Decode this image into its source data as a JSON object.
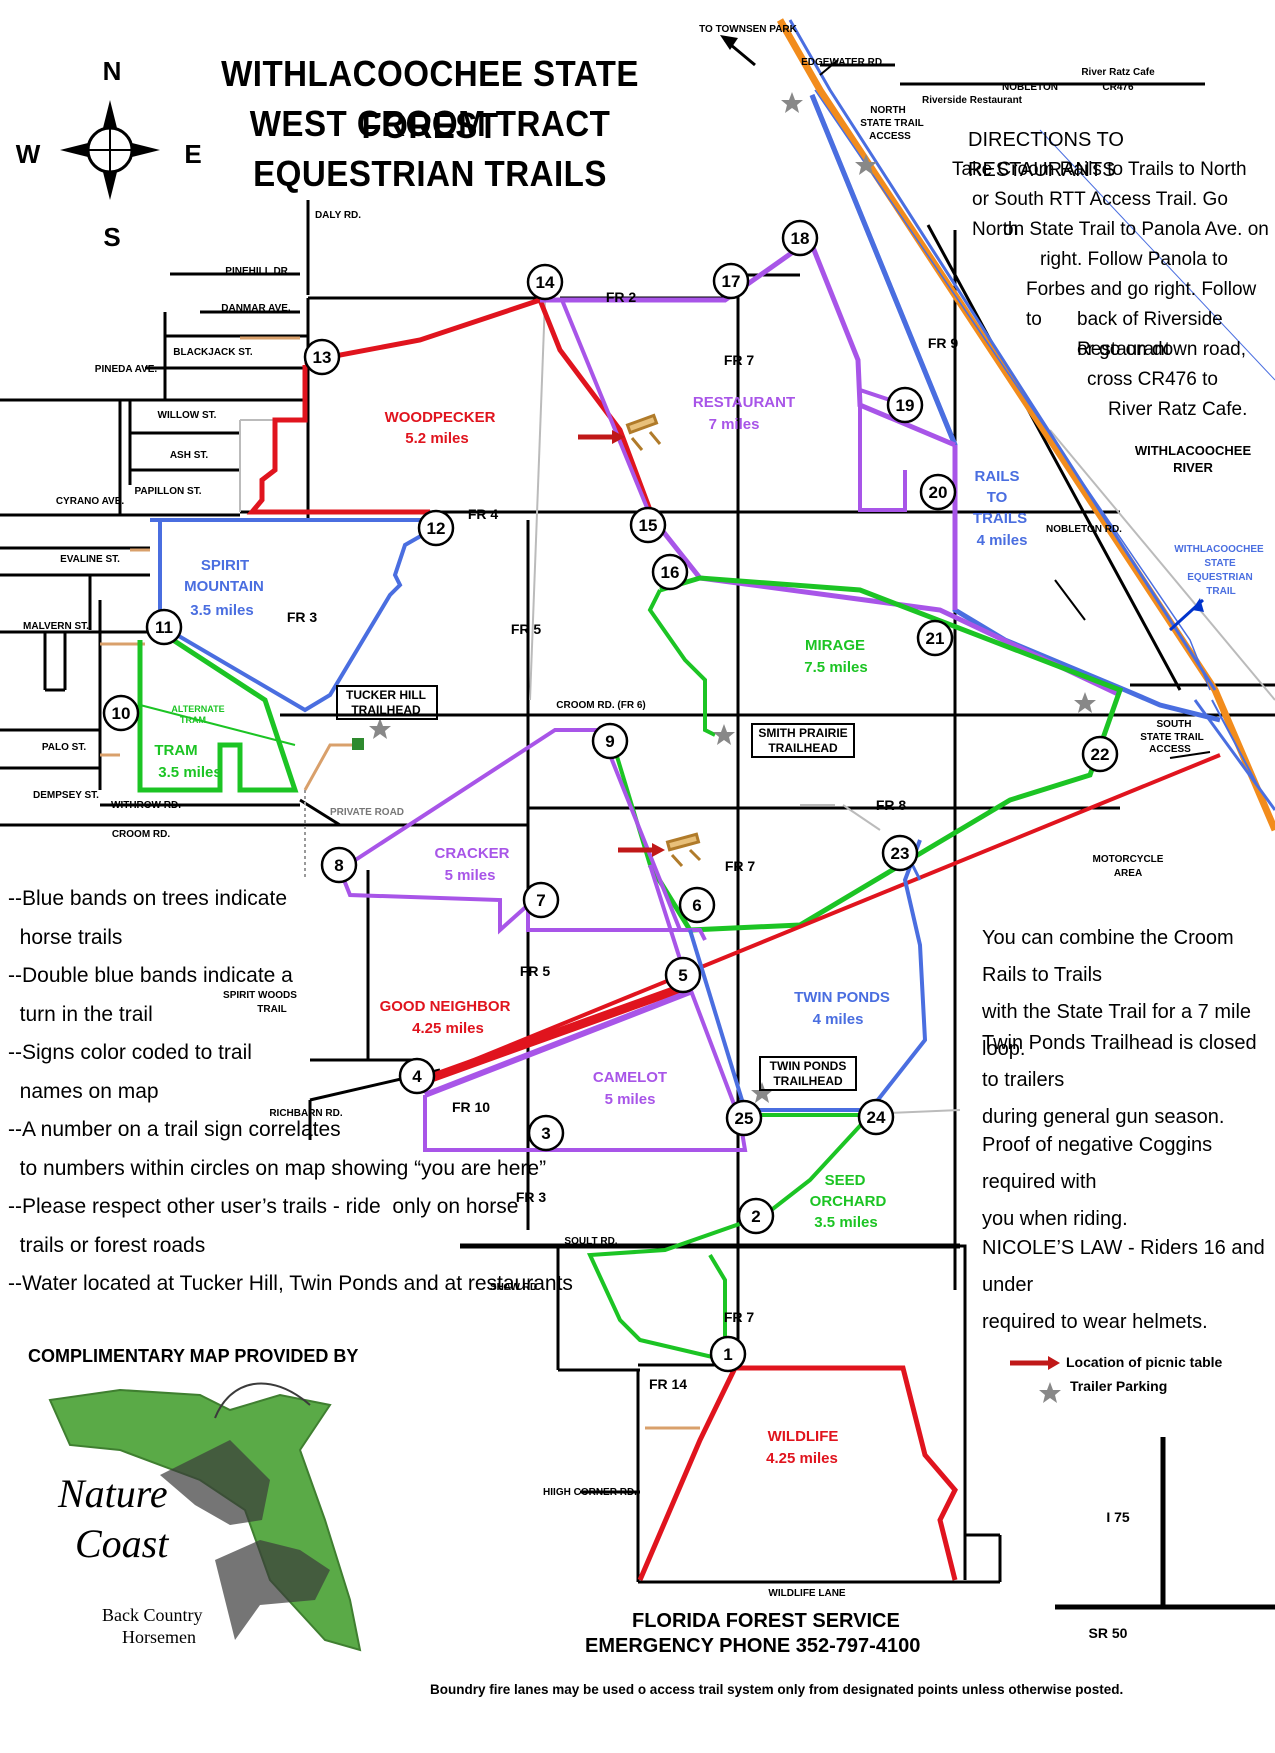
{
  "title": {
    "line1": "WITHLACOOCHEE STATE FOREST",
    "line2": "WEST CROOM TRACT",
    "line3": "EQUESTRIAN TRAILS"
  },
  "compass": {
    "n": "N",
    "s": "S",
    "e": "E",
    "w": "W"
  },
  "directions": {
    "heading": "DIRECTIONS TO RESTAURANTS",
    "lines": [
      "Take Croom Rails to Trails to North",
      "or South RTT Access Trail. Go North",
      "on State Trail to Panola Ave. on",
      "right. Follow Panola to",
      "Forbes and go right. Follow to",
      "back of Riverside Restaurant",
      "or go on down road,",
      "cross CR476 to",
      "River Ratz Cafe."
    ]
  },
  "trails": {
    "woodpecker": {
      "name": "WOODPECKER",
      "miles": "5.2 miles",
      "color": "#e0141e"
    },
    "restaurant": {
      "name": "RESTAURANT",
      "miles": "7 miles",
      "color": "#a855e8"
    },
    "rails": {
      "name1": "RAILS",
      "name2": "TO",
      "name3": "TRAILS",
      "miles": "4 miles",
      "color": "#4a6ee0"
    },
    "spirit": {
      "name1": "SPIRIT",
      "name2": "MOUNTAIN",
      "miles": "3.5 miles",
      "color": "#4a6ee0"
    },
    "mirage": {
      "name": "MIRAGE",
      "miles": "7.5 miles",
      "color": "#1cc424"
    },
    "tram": {
      "name": "TRAM",
      "miles": "3.5 miles",
      "alt1": "ALTERNATE",
      "alt2": "TRAM",
      "color": "#1cc424"
    },
    "cracker": {
      "name": "CRACKER",
      "miles": "5 miles",
      "color": "#a855e8"
    },
    "goodneighbor": {
      "name": "GOOD NEIGHBOR",
      "miles": "4.25 miles",
      "color": "#e0141e"
    },
    "camelot": {
      "name": "CAMELOT",
      "miles": "5 miles",
      "color": "#a855e8"
    },
    "twinponds": {
      "name": "TWIN PONDS",
      "miles": "4 miles",
      "color": "#4a6ee0"
    },
    "seedorchard": {
      "name1": "SEED",
      "name2": "ORCHARD",
      "miles": "3.5 miles",
      "color": "#1cc424"
    },
    "wildlife": {
      "name": "WILDLIFE",
      "miles": "4.25 miles",
      "color": "#e0141e"
    }
  },
  "roads": {
    "daly": "DALY RD.",
    "pinehill": "PINEHILL DR.",
    "danmar": "DANMAR AVE.",
    "blackjack": "BLACKJACK ST.",
    "pineda": "PINEDA AVE.",
    "willow": "WILLOW ST.",
    "ash": "ASH ST.",
    "papillon": "PAPILLON ST.",
    "cyrano": "CYRANO AVE.",
    "evaline": "EVALINE ST.",
    "malvern": "MALVERN ST.",
    "palo": "PALO ST.",
    "dempsey": "DEMPSEY ST.",
    "withrow": "WITHROW RD.",
    "croom": "CROOM RD.",
    "fr2": "FR 2",
    "fr3a": "FR 3",
    "fr3b": "FR 3",
    "fr4": "FR 4",
    "fr5a": "FR 5",
    "fr5b": "FR 5",
    "fr7a": "FR 7",
    "fr7b": "FR 7",
    "fr7c": "FR 7",
    "fr8": "FR 8",
    "fr9": "FR 9",
    "fr10": "FR 10",
    "fr14": "FR 14",
    "croomfr6": "CROOM RD. (FR 6)",
    "nobletonrd": "NOBLETON RD.",
    "private": "PRIVATE ROAD",
    "spiritwoods1": "SPIRIT WOODS",
    "spiritwoods2": "TRAIL",
    "richbarn": "RICHBARN RD.",
    "soult": "SOULT RD.",
    "shaw": "SHAW RD.",
    "highcorner": "HIIGH CORNER RD.",
    "wildlifelane": "WILDLIFE LANE",
    "edgewater": "EDGEWATER RD.",
    "townsen": "TO TOWNSEN PARK",
    "nobleton": "NOBLETON",
    "cr476": "CR476",
    "riverratz": "River Ratz Cafe",
    "riverside": "Riverside Restaurant",
    "motorcycle1": "MOTORCYCLE",
    "motorcycle2": "AREA",
    "i75": "I 75",
    "sr50": "SR 50"
  },
  "places": {
    "northaccess1": "NORTH",
    "northaccess2": "STATE TRAIL",
    "northaccess3": "ACCESS",
    "southaccess1": "SOUTH",
    "southaccess2": "STATE TRAIL",
    "southaccess3": "ACCESS",
    "river1": "WITHLACOOCHEE",
    "river2": "RIVER",
    "statetrail1": "WITHLACOOCHEE",
    "statetrail2": "STATE",
    "statetrail3": "EQUESTRIAN",
    "statetrail4": "TRAIL",
    "tucker1": "TUCKER HILL",
    "tucker2": "TRAILHEAD",
    "smith1": "SMITH PRAIRIE",
    "smith2": "TRAILHEAD",
    "twin1": "TWIN PONDS",
    "twin2": "TRAILHEAD"
  },
  "markers": [
    "1",
    "2",
    "3",
    "4",
    "5",
    "6",
    "7",
    "8",
    "9",
    "10",
    "11",
    "12",
    "13",
    "14",
    "15",
    "16",
    "17",
    "18",
    "19",
    "20",
    "21",
    "22",
    "23",
    "24",
    "25"
  ],
  "bullets": [
    "--Blue bands on trees indicate",
    "  horse trails",
    "--Double blue bands indicate a",
    "  turn in the trail",
    "--Signs color coded to trail",
    "  names on map",
    "--A number on a trail sign correlates",
    "  to numbers within circles on map showing “you are here”",
    "--Please respect other user’s trails - ride  only on horse",
    "  trails or forest roads",
    "--Water located at Tucker Hill, Twin Ponds and at restaurants"
  ],
  "notes": {
    "combine1": "You can combine the Croom Rails to Trails",
    "combine2": "with the State Trail for a  7 mile loop.",
    "twin1": "Twin Ponds Trailhead is closed to trailers",
    "twin2": "during general gun season.",
    "coggins1": "Proof of negative Coggins required with",
    "coggins2": "you when riding.",
    "nicole1": "NICOLE’S LAW - Riders 16 and under",
    "nicole2": "required to wear helmets."
  },
  "legend": {
    "picnic": "Location of picnic table",
    "parking": "Trailer Parking"
  },
  "logo": {
    "complimentary": "COMPLIMENTARY MAP PROVIDED BY",
    "nature": "Nature",
    "coast": "Coast",
    "back1": "Back Country",
    "back2": "Horsemen"
  },
  "footer": {
    "service": "FLORIDA FOREST SERVICE",
    "emergency": "EMERGENCY PHONE  352-797-4100",
    "note": "Boundry fire lanes may be used o access trail system only from designated points unless otherwise posted."
  },
  "colors": {
    "red": "#e0141e",
    "purple": "#a855e8",
    "blue": "#4a6ee0",
    "green": "#1cc424",
    "orange": "#f28c1c",
    "tan": "#d9a06b",
    "gray": "#bbbbbb"
  }
}
